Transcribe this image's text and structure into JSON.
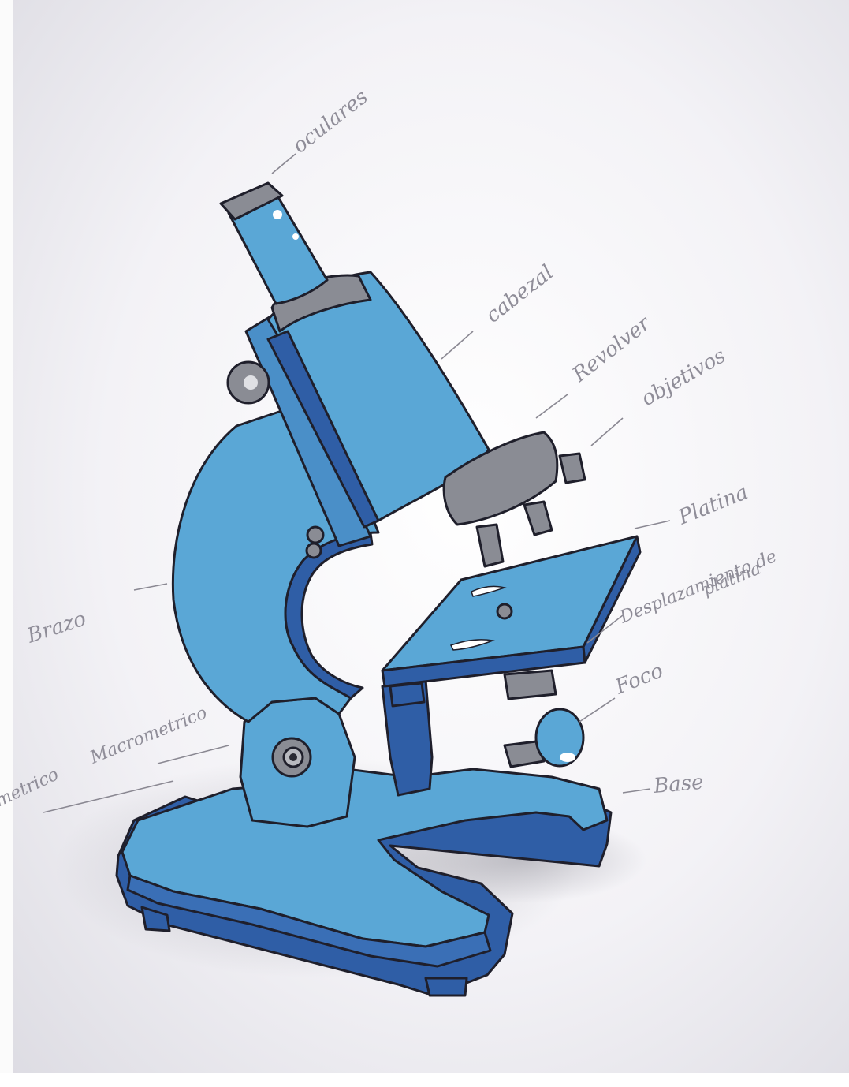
{
  "labels": {
    "oculares": "oculares",
    "cabezal": "cabezal",
    "revolver": "Revolver",
    "objetivos": "objetivos",
    "platina": "Platina",
    "desplazamiento_1": "Desplazamiento de",
    "desplazamiento_2": "platina",
    "foco": "Foco",
    "base": "Base",
    "brazo": "Brazo",
    "macrometrico": "Macrometrico",
    "micrometrico": "micrometrico"
  },
  "colors": {
    "light_blue": "#5aa7d6",
    "mid_blue": "#4a8fc8",
    "dark_blue": "#2f5ea6",
    "grey": "#8a8c94",
    "outline": "#1f1f2b"
  }
}
